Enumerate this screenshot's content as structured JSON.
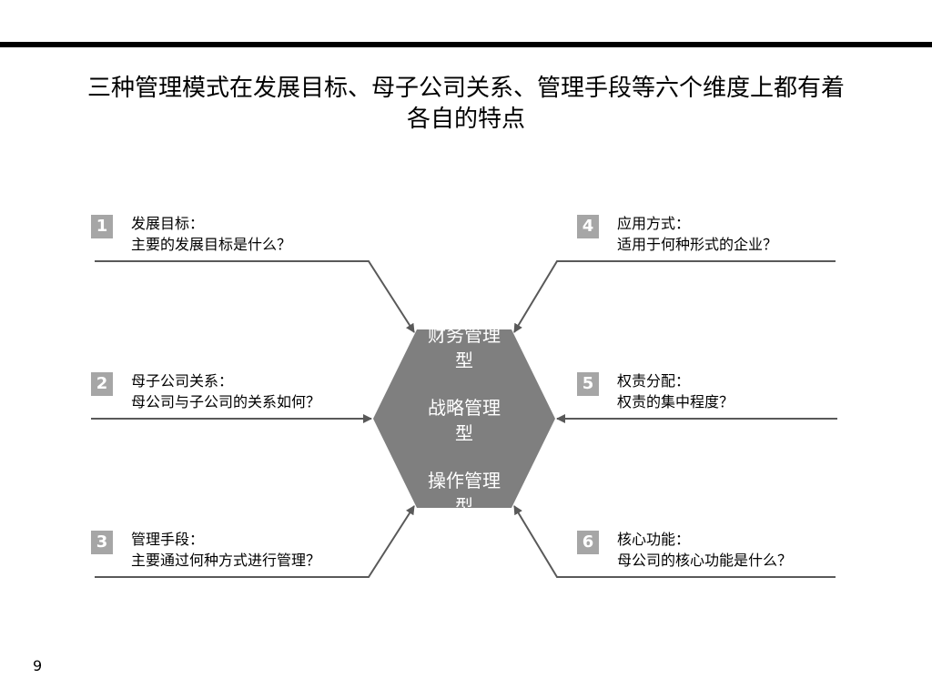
{
  "slide": {
    "title_line1": "三种管理模式在发展目标、母子公司关系、管理手段等六个维度上都有着",
    "title_line2": "各自的特点",
    "page_number": "9"
  },
  "center_hex": {
    "modes": [
      "财务管理型",
      "战略管理型",
      "操作管理型"
    ],
    "mode1_line1": "财务管理",
    "mode1_line2": "型",
    "mode2_line1": "战略管理",
    "mode2_line2": "型",
    "mode3_line1": "操作管理",
    "mode3_line2": "型",
    "fill_color": "#7f7f7f"
  },
  "dimensions": [
    {
      "number": "1",
      "title": "发展目标：",
      "question": "主要的发展目标是什么？"
    },
    {
      "number": "2",
      "title": "母子公司关系：",
      "question": "母公司与子公司的关系如何？"
    },
    {
      "number": "3",
      "title": "管理手段：",
      "question": "主要通过何种方式进行管理？"
    },
    {
      "number": "4",
      "title": "应用方式：",
      "question": "适用于何种形式的企业？"
    },
    {
      "number": "5",
      "title": "权责分配：",
      "question": "权责的集中程度？"
    },
    {
      "number": "6",
      "title": "核心功能：",
      "question": "母公司的核心功能是什么？"
    }
  ],
  "colors": {
    "badge": "#a6a6a6",
    "connector": "#595959"
  }
}
